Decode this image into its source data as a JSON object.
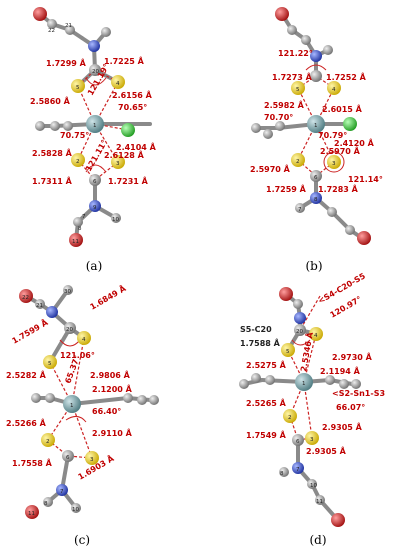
{
  "colors": {
    "tin": "#5f8f96",
    "sulfur": "#e8d22e",
    "carbon": "#8c8c8c",
    "nitrogen": "#2e46c8",
    "oxygen": "#d41f1f",
    "chlorine": "#3ec83e",
    "label": "#c00000"
  },
  "panels": [
    {
      "caption": "(a)",
      "labels": [
        "1.7299 Å",
        "1.7225 Å",
        "2.5860 Å",
        "121.19°",
        "2.6156 Å",
        "70.65°",
        "70.75°",
        "2.4104 Å",
        "2.6128 Å",
        "2.5828 Å",
        "121.11°",
        "1.7311 Å",
        "1.7231 Å"
      ],
      "atoms": [
        "22",
        "21",
        "20",
        "5",
        "4",
        "1",
        "2",
        "3",
        "7",
        "8",
        "6",
        "9",
        "10",
        "11"
      ]
    },
    {
      "caption": "(b)",
      "labels": [
        "121.22°",
        "1.7273 Å",
        "1.7252 Å",
        "2.5982 Å",
        "2.6015 Å",
        "70.70°",
        "70.79°",
        "2.4120 Å",
        "2.5970 Å",
        "2.5970 Å",
        "1.7259 Å",
        "1.7283 Å",
        "121.14°"
      ],
      "atoms": [
        "5",
        "4",
        "2",
        "3",
        "1",
        "6",
        "7",
        "8"
      ]
    },
    {
      "caption": "(c)",
      "labels": [
        "1.6849 Å",
        "1.7599 Å",
        "121.06°",
        "2.5282 Å",
        "65.37°",
        "2.9806 Å",
        "2.1200 Å",
        "2.5266 Å",
        "66.40°",
        "2.9110 Å",
        "1.7558 Å",
        "1.6903 Å"
      ],
      "atoms": [
        "22",
        "21",
        "30",
        "20",
        "5",
        "4",
        "1",
        "2",
        "3",
        "6",
        "7",
        "8",
        "11",
        "10"
      ]
    },
    {
      "caption": "(d)",
      "labels": [
        "<S4-C20-S5",
        "120.97°",
        "S5-C20",
        "1.7588 Å",
        "2.5275 Å",
        "2.9730 Å",
        "2.1194 Å",
        "<S2-Sn1-S3",
        "66.07°",
        "2.5265 Å",
        "2.9305 Å",
        "1.7549 Å",
        "2.9305 Å",
        "2.5346 Å"
      ],
      "atoms": [
        "20",
        "5",
        "4",
        "1",
        "2",
        "3",
        "6",
        "7",
        "8",
        "10",
        "11"
      ]
    }
  ]
}
